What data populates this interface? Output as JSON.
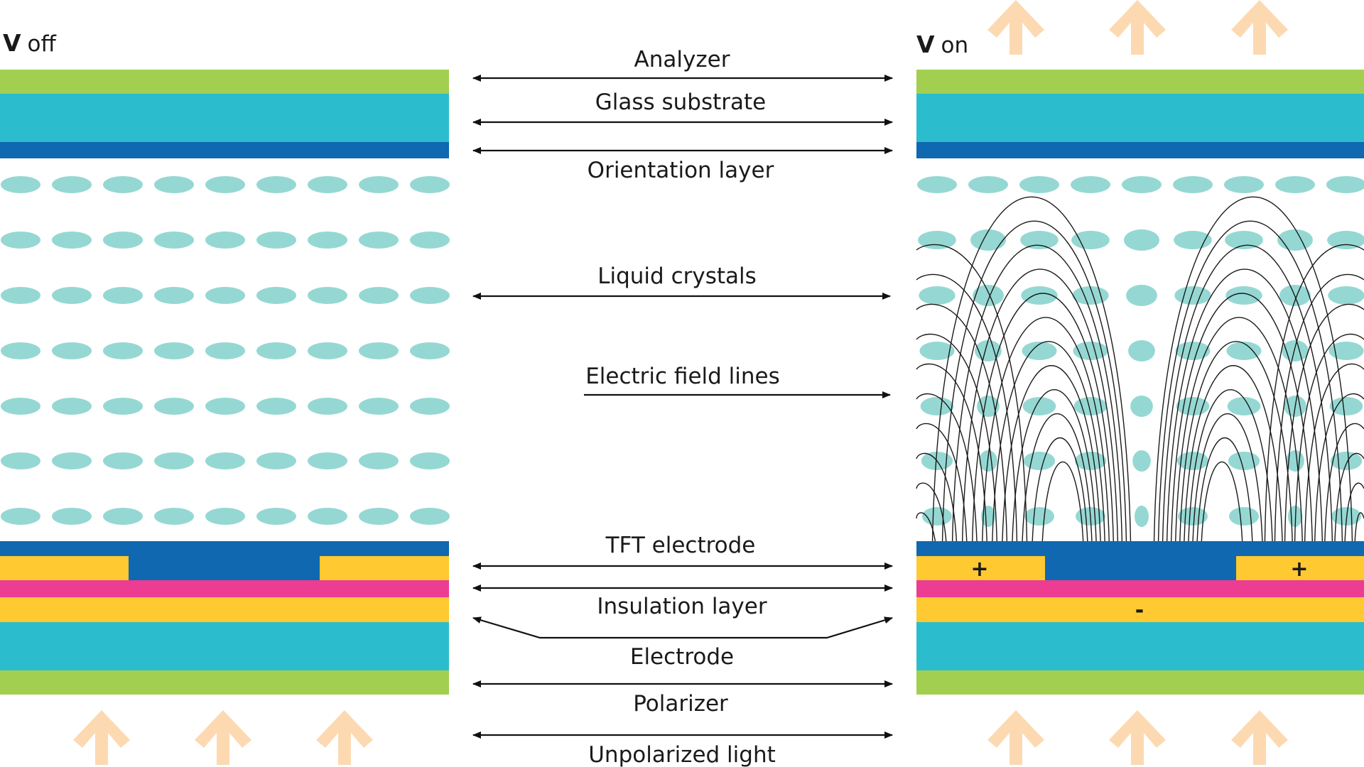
{
  "panels": {
    "left": {
      "v": "V",
      "state": "off"
    },
    "right": {
      "v": "V",
      "state": "on"
    }
  },
  "labels": {
    "analyzer": "Analyzer",
    "glass_substrate": "Glass substrate",
    "orientation_layer": "Orientation layer",
    "liquid_crystals": "Liquid crystals",
    "electric_field_lines": "Electric field lines",
    "tft_electrode": "TFT electrode",
    "insulation_layer": "Insulation layer",
    "electrode": "Electrode",
    "polarizer": "Polarizer",
    "unpolarized_light": "Unpolarized light"
  },
  "signs": {
    "plus": "+",
    "minus": "-"
  },
  "colors": {
    "polarizer_green": "#a3cf50",
    "glass_cyan": "#2bbdcd",
    "orientation_blue": "#0f68b0",
    "crystal": "#95d8d3",
    "electrode_yellow": "#fec931",
    "insulation_pink": "#ec3d92",
    "light_arrow": "#fdd9b1"
  }
}
